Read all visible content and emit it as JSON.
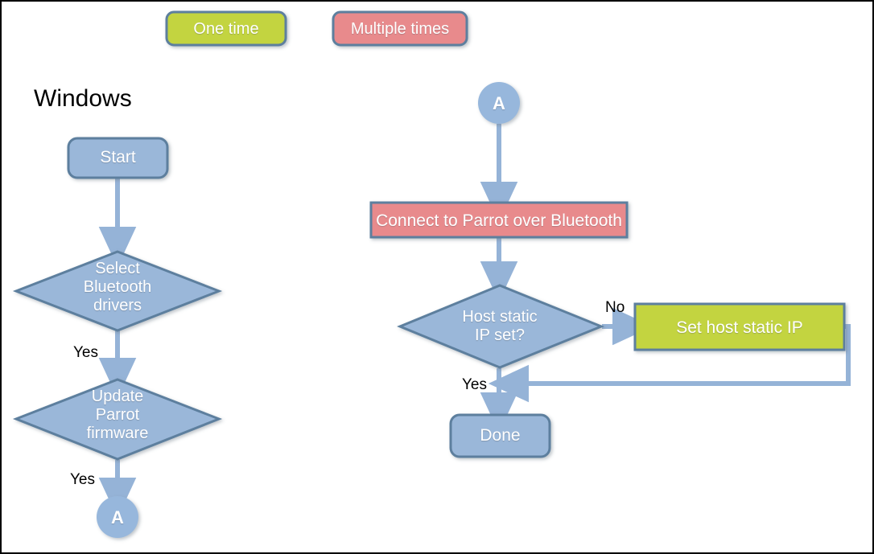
{
  "page": {
    "title": "Parrot setup flowchart",
    "background": "#ffffff",
    "frame_color": "#000000"
  },
  "colors": {
    "node_blue_fill": "#9ab7d9",
    "node_blue_stroke": "#5d7f9e",
    "green_fill": "#c3d440",
    "green_stroke": "#5d7f9e",
    "red_fill": "#e88a8c",
    "red_stroke": "#5d7f9e",
    "arrow": "#95b3d7",
    "circle_fill": "#97b7dc",
    "text_white": "#ffffff",
    "text_black": "#000000"
  },
  "legend": {
    "items": [
      {
        "id": "one-time",
        "label": "One time",
        "fill": "#c3d440",
        "stroke": "#5d7f9e"
      },
      {
        "id": "multiple-times",
        "label": "Multiple times",
        "fill": "#e88a8c",
        "stroke": "#5d7f9e"
      }
    ]
  },
  "sections": {
    "left_title": "Windows"
  },
  "nodes": {
    "start": {
      "label": "Start",
      "shape": "rounded-rect",
      "category": "one-time"
    },
    "select_bt_drivers": {
      "label": "Select\nBluetooth\ndrivers",
      "shape": "diamond",
      "category": "one-time"
    },
    "update_firmware": {
      "label": "Update\nParrot\nfirmware",
      "shape": "diamond",
      "category": "one-time"
    },
    "connector_a_bottom": {
      "label": "A",
      "shape": "circle"
    },
    "connector_a_top": {
      "label": "A",
      "shape": "circle"
    },
    "connect_bluetooth": {
      "label": "Connect to Parrot over Bluetooth",
      "shape": "rect",
      "category": "multiple-times"
    },
    "host_static_ip": {
      "label": "Host static\nIP set?",
      "shape": "diamond"
    },
    "set_host_static_ip": {
      "label": "Set host static IP",
      "shape": "rect",
      "category": "one-time"
    },
    "done": {
      "label": "Done",
      "shape": "rounded-rect"
    }
  },
  "edges": [
    {
      "id": "start-to-select",
      "from": "start",
      "to": "select_bt_drivers",
      "label": ""
    },
    {
      "id": "select-to-update",
      "from": "select_bt_drivers",
      "to": "update_firmware",
      "label": "Yes"
    },
    {
      "id": "update-to-a",
      "from": "update_firmware",
      "to": "connector_a_bottom",
      "label": "Yes"
    },
    {
      "id": "a-to-connect",
      "from": "connector_a_top",
      "to": "connect_bluetooth",
      "label": ""
    },
    {
      "id": "connect-to-hostip",
      "from": "connect_bluetooth",
      "to": "host_static_ip",
      "label": ""
    },
    {
      "id": "hostip-no-to-set",
      "from": "host_static_ip",
      "to": "set_host_static_ip",
      "label": "No"
    },
    {
      "id": "hostip-yes-to-done",
      "from": "host_static_ip",
      "to": "done",
      "label": "Yes"
    },
    {
      "id": "set-loopback",
      "from": "set_host_static_ip",
      "to": "hostip-yes-to-done",
      "label": ""
    }
  ]
}
